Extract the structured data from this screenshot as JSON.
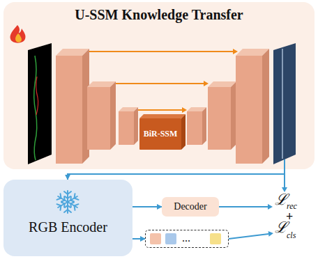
{
  "diagram": {
    "nodes": [
      {
        "text": [
          "U-SSM Knowledge Transfer"
        ]
      },
      {
        "text": [
          "BiR-SSM"
        ],
        "in": 0
      },
      {
        "text": [
          "RGB Encoder"
        ]
      },
      {
        "text": [
          "Decoder"
        ]
      },
      {
        "text": [
          "..."
        ]
      }
    ],
    "edges": [
      {
        "from": 0,
        "to": 2,
        "arrow": "to"
      },
      {
        "from": 2,
        "to": 3,
        "arrow": "to"
      },
      {
        "from": 2,
        "to": 4,
        "arrow": "to"
      }
    ],
    "labels": [
      "ℒ",
      "rec",
      "+",
      "ℒ",
      "cls"
    ]
  }
}
